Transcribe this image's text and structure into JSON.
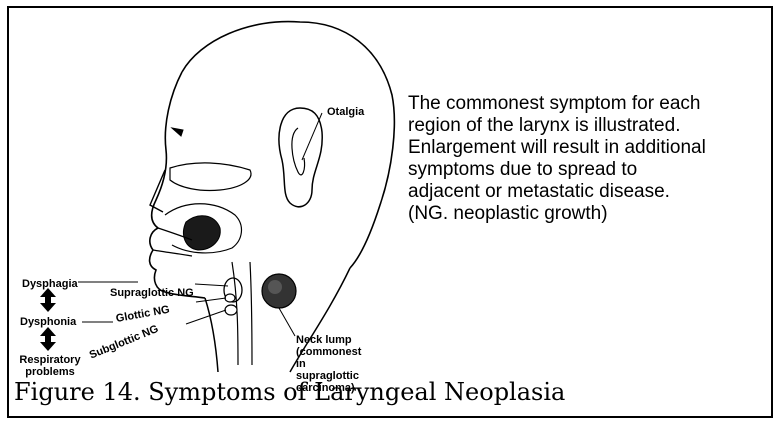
{
  "figure": {
    "caption": "Figure 14. Symptoms of Laryngeal Neoplasia",
    "description": "The commonest symptom for each\nregion of the larynx is illustrated.\nEnlargement will result in additional\nsymptoms due to spread to\nadjacent or metastatic disease.\n(NG. neoplastic growth)"
  },
  "labels": {
    "otalgia": "Otalgia",
    "dysphagia": "Dysphagia",
    "dysphonia": "Dysphonia",
    "respiratory": "Respiratory problems",
    "supraglottic": "Supraglottic NG",
    "glottic": "Glottic NG",
    "subglottic": "Subglottic NG",
    "neck_lump": "Neck lump (commonest in supraglottic carcinoma)"
  }
}
